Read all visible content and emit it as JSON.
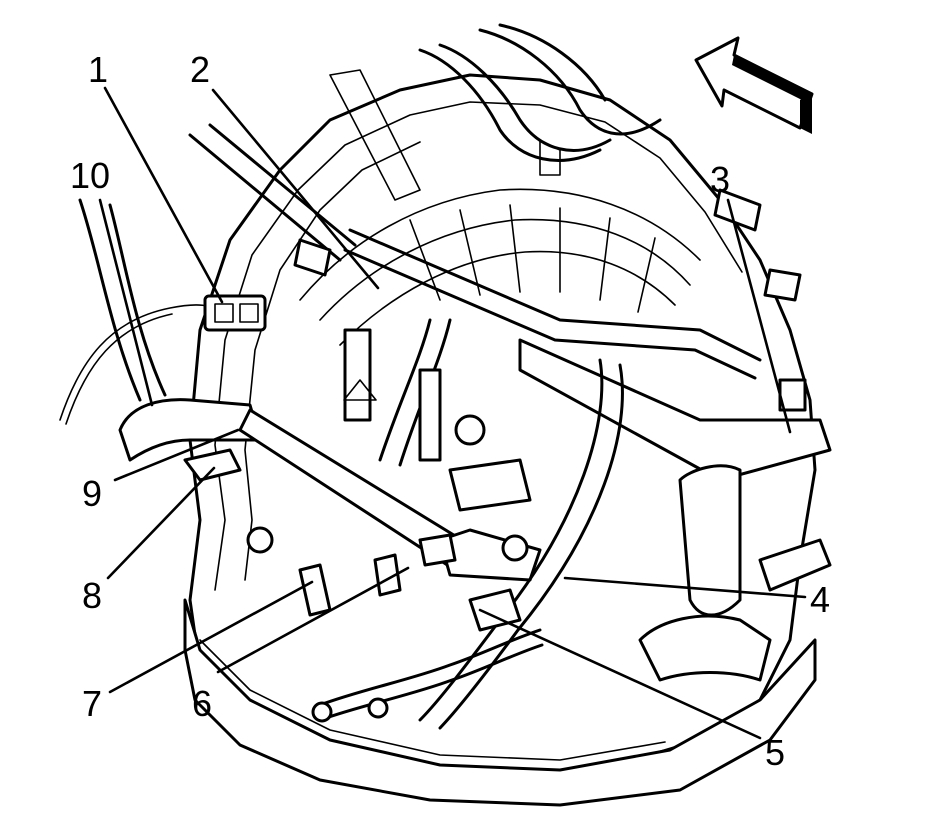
{
  "callouts": {
    "c1": "1",
    "c2": "2",
    "c3": "3",
    "c4": "4",
    "c5": "5",
    "c6": "6",
    "c7": "7",
    "c8": "8",
    "c9": "9",
    "c10": "10"
  },
  "icons": {
    "direction": "forward-arrow-icon"
  },
  "colors": {
    "ink": "#000000",
    "paper": "#ffffff"
  }
}
